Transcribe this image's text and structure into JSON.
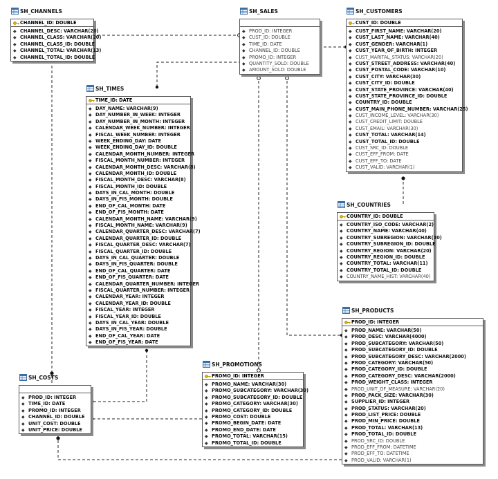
{
  "tables": [
    {
      "id": "sh_channels",
      "title": "SH_CHANNELS",
      "pk": [
        "CHANNEL_ID: DOUBLE"
      ],
      "columns": [
        {
          "t": "CHANNEL_DESC: VARCHAR(20)",
          "b": true
        },
        {
          "t": "CHANNEL_CLASS: VARCHAR(20)",
          "b": true
        },
        {
          "t": "CHANNEL_CLASS_ID: DOUBLE",
          "b": true
        },
        {
          "t": "CHANNEL_TOTAL: VARCHAR(13)",
          "b": true
        },
        {
          "t": "CHANNEL_TOTAL_ID: DOUBLE",
          "b": true
        }
      ]
    },
    {
      "id": "sh_sales",
      "title": "SH_SALES",
      "pk": [],
      "columns": [
        {
          "t": "PROD_ID: INTEGER",
          "b": false
        },
        {
          "t": "CUST_ID: DOUBLE",
          "b": false
        },
        {
          "t": "TIME_ID: DATE",
          "b": false
        },
        {
          "t": "CHANNEL_ID: DOUBLE",
          "b": false
        },
        {
          "t": "PROMO_ID: INTEGER",
          "b": false
        },
        {
          "t": "QUANTITY_SOLD: DOUBLE",
          "b": false
        },
        {
          "t": "AMOUNT_SOLD: DOUBLE",
          "b": false
        }
      ]
    },
    {
      "id": "sh_customers",
      "title": "SH_CUSTOMERS",
      "pk": [
        "CUST_ID: DOUBLE"
      ],
      "columns": [
        {
          "t": "CUST_FIRST_NAME: VARCHAR(20)",
          "b": true
        },
        {
          "t": "CUST_LAST_NAME: VARCHAR(40)",
          "b": true
        },
        {
          "t": "CUST_GENDER: VARCHAR(1)",
          "b": true
        },
        {
          "t": "CUST_YEAR_OF_BIRTH: INTEGER",
          "b": true
        },
        {
          "t": "CUST_MARITAL_STATUS: VARCHAR(20)",
          "b": false
        },
        {
          "t": "CUST_STREET_ADDRESS: VARCHAR(40)",
          "b": true
        },
        {
          "t": "CUST_POSTAL_CODE: VARCHAR(10)",
          "b": true
        },
        {
          "t": "CUST_CITY: VARCHAR(30)",
          "b": true
        },
        {
          "t": "CUST_CITY_ID: DOUBLE",
          "b": true
        },
        {
          "t": "CUST_STATE_PROVINCE: VARCHAR(40)",
          "b": true
        },
        {
          "t": "CUST_STATE_PROVINCE_ID: DOUBLE",
          "b": true
        },
        {
          "t": "COUNTRY_ID: DOUBLE",
          "b": true
        },
        {
          "t": "CUST_MAIN_PHONE_NUMBER: VARCHAR(25)",
          "b": true
        },
        {
          "t": "CUST_INCOME_LEVEL: VARCHAR(30)",
          "b": false
        },
        {
          "t": "CUST_CREDIT_LIMIT: DOUBLE",
          "b": false
        },
        {
          "t": "CUST_EMAIL: VARCHAR(30)",
          "b": false
        },
        {
          "t": "CUST_TOTAL: VARCHAR(14)",
          "b": true
        },
        {
          "t": "CUST_TOTAL_ID: DOUBLE",
          "b": true
        },
        {
          "t": "CUST_SRC_ID: DOUBLE",
          "b": false
        },
        {
          "t": "CUST_EFF_FROM: DATE",
          "b": false
        },
        {
          "t": "CUST_EFF_TO: DATE",
          "b": false
        },
        {
          "t": "CUST_VALID: VARCHAR(1)",
          "b": false
        }
      ]
    },
    {
      "id": "sh_times",
      "title": "SH_TIMES",
      "pk": [
        "TIME_ID: DATE"
      ],
      "columns": [
        {
          "t": "DAY_NAME: VARCHAR(9)",
          "b": true
        },
        {
          "t": "DAY_NUMBER_IN_WEEK: INTEGER",
          "b": true
        },
        {
          "t": "DAY_NUMBER_IN_MONTH: INTEGER",
          "b": true
        },
        {
          "t": "CALENDAR_WEEK_NUMBER: INTEGER",
          "b": true
        },
        {
          "t": "FISCAL_WEEK_NUMBER: INTEGER",
          "b": true
        },
        {
          "t": "WEEK_ENDING_DAY: DATE",
          "b": true
        },
        {
          "t": "WEEK_ENDING_DAY_ID: DOUBLE",
          "b": true
        },
        {
          "t": "CALENDAR_MONTH_NUMBER: INTEGER",
          "b": true
        },
        {
          "t": "FISCAL_MONTH_NUMBER: INTEGER",
          "b": true
        },
        {
          "t": "CALENDAR_MONTH_DESC: VARCHAR(8)",
          "b": true
        },
        {
          "t": "CALENDAR_MONTH_ID: DOUBLE",
          "b": true
        },
        {
          "t": "FISCAL_MONTH_DESC: VARCHAR(8)",
          "b": true
        },
        {
          "t": "FISCAL_MONTH_ID: DOUBLE",
          "b": true
        },
        {
          "t": "DAYS_IN_CAL_MONTH: DOUBLE",
          "b": true
        },
        {
          "t": "DAYS_IN_FIS_MONTH: DOUBLE",
          "b": true
        },
        {
          "t": "END_OF_CAL_MONTH: DATE",
          "b": true
        },
        {
          "t": "END_OF_FIS_MONTH: DATE",
          "b": true
        },
        {
          "t": "CALENDAR_MONTH_NAME: VARCHAR(9)",
          "b": true
        },
        {
          "t": "FISCAL_MONTH_NAME: VARCHAR(9)",
          "b": true
        },
        {
          "t": "CALENDAR_QUARTER_DESC: VARCHAR(7)",
          "b": true
        },
        {
          "t": "CALENDAR_QUARTER_ID: DOUBLE",
          "b": true
        },
        {
          "t": "FISCAL_QUARTER_DESC: VARCHAR(7)",
          "b": true
        },
        {
          "t": "FISCAL_QUARTER_ID: DOUBLE",
          "b": true
        },
        {
          "t": "DAYS_IN_CAL_QUARTER: DOUBLE",
          "b": true
        },
        {
          "t": "DAYS_IN_FIS_QUARTER: DOUBLE",
          "b": true
        },
        {
          "t": "END_OF_CAL_QUARTER: DATE",
          "b": true
        },
        {
          "t": "END_OF_FIS_QUARTER: DATE",
          "b": true
        },
        {
          "t": "CALENDAR_QUARTER_NUMBER: INTEGER",
          "b": true
        },
        {
          "t": "FISCAL_QUARTER_NUMBER: INTEGER",
          "b": true
        },
        {
          "t": "CALENDAR_YEAR: INTEGER",
          "b": true
        },
        {
          "t": "CALENDAR_YEAR_ID: DOUBLE",
          "b": true
        },
        {
          "t": "FISCAL_YEAR: INTEGER",
          "b": true
        },
        {
          "t": "FISCAL_YEAR_ID: DOUBLE",
          "b": true
        },
        {
          "t": "DAYS_IN_CAL_YEAR: DOUBLE",
          "b": true
        },
        {
          "t": "DAYS_IN_FIS_YEAR: DOUBLE",
          "b": true
        },
        {
          "t": "END_OF_CAL_YEAR: DATE",
          "b": true
        },
        {
          "t": "END_OF_FIS_YEAR: DATE",
          "b": true
        }
      ]
    },
    {
      "id": "sh_countries",
      "title": "SH_COUNTRIES",
      "pk": [
        "COUNTRY_ID: DOUBLE"
      ],
      "columns": [
        {
          "t": "COUNTRY_ISO_CODE: VARCHAR(2)",
          "b": true
        },
        {
          "t": "COUNTRY_NAME: VARCHAR(40)",
          "b": true
        },
        {
          "t": "COUNTRY_SUBREGION: VARCHAR(30)",
          "b": true
        },
        {
          "t": "COUNTRY_SUBREGION_ID: DOUBLE",
          "b": true
        },
        {
          "t": "COUNTRY_REGION: VARCHAR(20)",
          "b": true
        },
        {
          "t": "COUNTRY_REGION_ID: DOUBLE",
          "b": true
        },
        {
          "t": "COUNTRY_TOTAL: VARCHAR(11)",
          "b": true
        },
        {
          "t": "COUNTRY_TOTAL_ID: DOUBLE",
          "b": true
        },
        {
          "t": "COUNTRY_NAME_HIST: VARCHAR(40)",
          "b": false
        }
      ]
    },
    {
      "id": "sh_products",
      "title": "SH_PRODUCTS",
      "pk": [
        "PROD_ID: INTEGER"
      ],
      "columns": [
        {
          "t": "PROD_NAME: VARCHAR(50)",
          "b": true
        },
        {
          "t": "PROD_DESC: VARCHAR(4000)",
          "b": true
        },
        {
          "t": "PROD_SUBCATEGORY: VARCHAR(50)",
          "b": true
        },
        {
          "t": "PROD_SUBCATEGORY_ID: DOUBLE",
          "b": true
        },
        {
          "t": "PROD_SUBCATEGORY_DESC: VARCHAR(2000)",
          "b": true
        },
        {
          "t": "PROD_CATEGORY: VARCHAR(50)",
          "b": true
        },
        {
          "t": "PROD_CATEGORY_ID: DOUBLE",
          "b": true
        },
        {
          "t": "PROD_CATEGORY_DESC: VARCHAR(2000)",
          "b": true
        },
        {
          "t": "PROD_WEIGHT_CLASS: INTEGER",
          "b": true
        },
        {
          "t": "PROD_UNIT_OF_MEASURE: VARCHAR(20)",
          "b": false
        },
        {
          "t": "PROD_PACK_SIZE: VARCHAR(30)",
          "b": true
        },
        {
          "t": "SUPPLIER_ID: INTEGER",
          "b": true
        },
        {
          "t": "PROD_STATUS: VARCHAR(20)",
          "b": true
        },
        {
          "t": "PROD_LIST_PRICE: DOUBLE",
          "b": true
        },
        {
          "t": "PROD_MIN_PRICE: DOUBLE",
          "b": true
        },
        {
          "t": "PROD_TOTAL: VARCHAR(13)",
          "b": true
        },
        {
          "t": "PROD_TOTAL_ID: DOUBLE",
          "b": true
        },
        {
          "t": "PROD_SRC_ID: DOUBLE",
          "b": false
        },
        {
          "t": "PROD_EFF_FROM: DATETIME",
          "b": false
        },
        {
          "t": "PROD_EFF_TO: DATETIME",
          "b": false
        },
        {
          "t": "PROD_VALID: VARCHAR(1)",
          "b": false
        }
      ]
    },
    {
      "id": "sh_promotions",
      "title": "SH_PROMOTIONS",
      "pk": [
        "PROMO_ID: INTEGER"
      ],
      "columns": [
        {
          "t": "PROMO_NAME: VARCHAR(30)",
          "b": true
        },
        {
          "t": "PROMO_SUBCATEGORY: VARCHAR(30)",
          "b": true
        },
        {
          "t": "PROMO_SUBCATEGORY_ID: DOUBLE",
          "b": true
        },
        {
          "t": "PROMO_CATEGORY: VARCHAR(30)",
          "b": true
        },
        {
          "t": "PROMO_CATEGORY_ID: DOUBLE",
          "b": true
        },
        {
          "t": "PROMO_COST: DOUBLE",
          "b": true
        },
        {
          "t": "PROMO_BEGIN_DATE: DATE",
          "b": true
        },
        {
          "t": "PROMO_END_DATE: DATE",
          "b": true
        },
        {
          "t": "PROMO_TOTAL: VARCHAR(15)",
          "b": true
        },
        {
          "t": "PROMO_TOTAL_ID: DOUBLE",
          "b": true
        }
      ]
    },
    {
      "id": "sh_costs",
      "title": "SH_COSTS",
      "pk": [],
      "columns": [
        {
          "t": "PROD_ID: INTEGER",
          "b": true
        },
        {
          "t": "TIME_ID: DATE",
          "b": true
        },
        {
          "t": "PROMO_ID: INTEGER",
          "b": true
        },
        {
          "t": "CHANNEL_ID: DOUBLE",
          "b": true
        },
        {
          "t": "UNIT_COST: DOUBLE",
          "b": true
        },
        {
          "t": "UNIT_PRICE: DOUBLE",
          "b": true
        }
      ]
    }
  ]
}
